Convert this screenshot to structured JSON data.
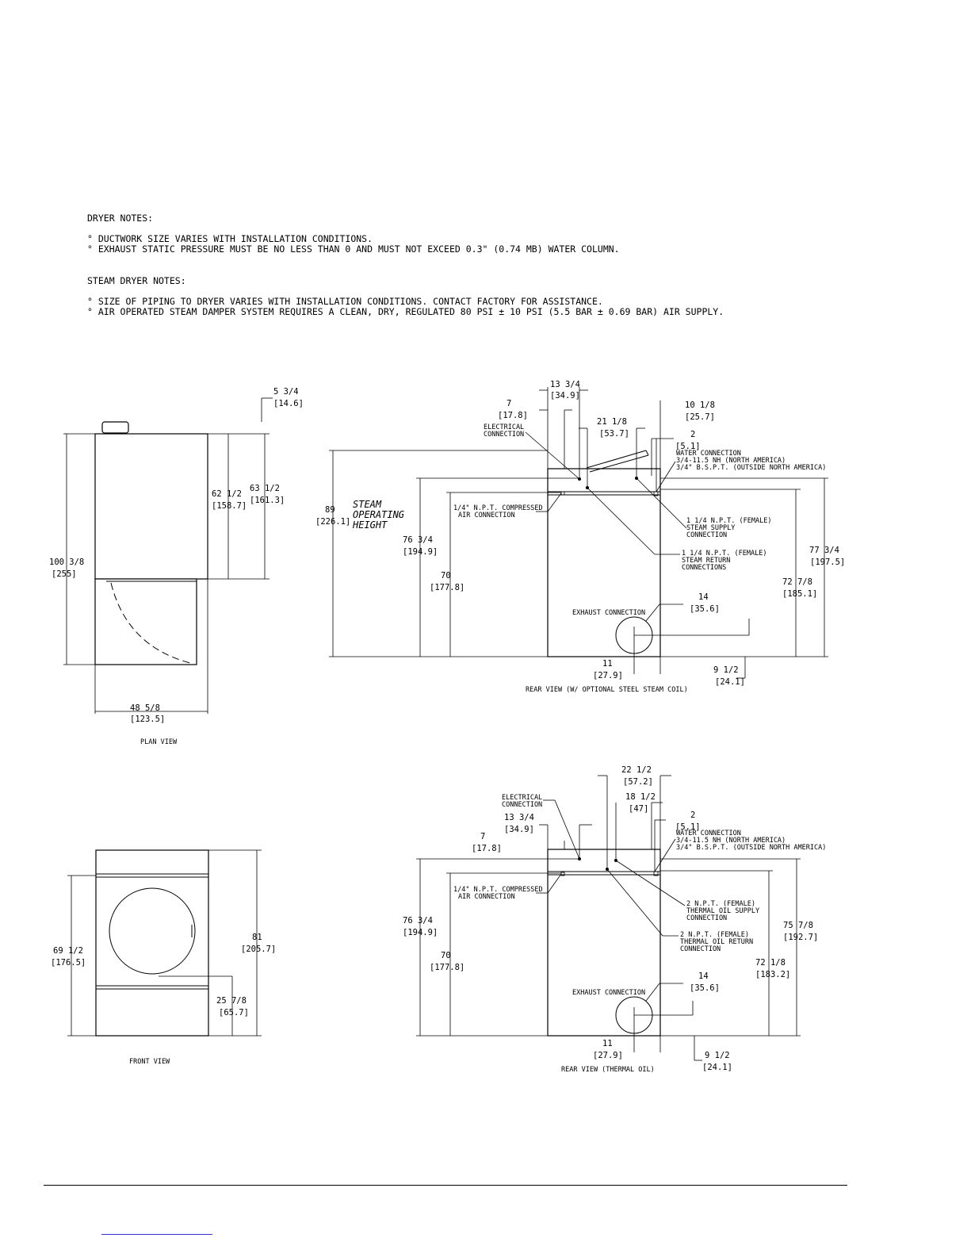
{
  "notes": {
    "dryer": {
      "heading": "DRYER NOTES:",
      "items": [
        "° DUCTWORK SIZE VARIES WITH INSTALLATION CONDITIONS.",
        "° EXHAUST STATIC PRESSURE MUST BE NO LESS THAN 0 AND MUST NOT EXCEED 0.3\" (0.74 MB) WATER COLUMN."
      ]
    },
    "steam": {
      "heading": "STEAM DRYER NOTES:",
      "items": [
        "° SIZE OF PIPING TO DRYER VARIES WITH INSTALLATION CONDITIONS.  CONTACT FACTORY FOR ASSISTANCE.",
        "° AIR OPERATED STEAM DAMPER SYSTEM REQUIRES A CLEAN, DRY, REGULATED 80 PSI ± 10 PSI (5.5 BAR ± 0.69 BAR) AIR SUPPLY."
      ]
    }
  },
  "plan_view": {
    "title": "PLAN VIEW",
    "dims": {
      "d1": [
        "5 3/4",
        "[14.6]"
      ],
      "d2": [
        "62 1/2",
        "[158.7]"
      ],
      "d3": [
        "63 1/2",
        "[161.3]"
      ],
      "d4": [
        "100 3/8",
        "[255]"
      ],
      "d5": [
        "48 5/8",
        "[123.5]"
      ]
    }
  },
  "front_view": {
    "title": "FRONT VIEW",
    "dims": {
      "d1": [
        "69 1/2",
        "[176.5]"
      ],
      "d2": [
        "81",
        "[205.7]"
      ],
      "d3": [
        "25 7/8",
        "[65.7]"
      ]
    }
  },
  "rear_steam": {
    "title": "REAR VIEW (W/ OPTIONAL STEEL STEAM COIL)",
    "steam_height": [
      "STEAM",
      "OPERATING",
      "HEIGHT"
    ],
    "dims": {
      "d1": [
        "13 3/4",
        "[34.9]"
      ],
      "d2": [
        "7",
        "[17.8]"
      ],
      "d3": [
        "21 1/8",
        "[53.7]"
      ],
      "d4": [
        "10 1/8",
        "[25.7]"
      ],
      "d5": [
        "2",
        "[5.1]"
      ],
      "d6": [
        "89",
        "[226.1]"
      ],
      "d7": [
        "76 3/4",
        "[194.9]"
      ],
      "d8": [
        "70",
        "[177.8]"
      ],
      "d9": [
        "77 3/4",
        "[197.5]"
      ],
      "d10": [
        "72 7/8",
        "[185.1]"
      ],
      "d11": [
        "14",
        "[35.6]"
      ],
      "d12": [
        "11",
        "[27.9]"
      ],
      "d13": [
        "9 1/2",
        "[24.1]"
      ]
    },
    "labels": {
      "electrical": [
        "ELECTRICAL",
        "CONNECTION"
      ],
      "water": [
        "WATER CONNECTION",
        "3/4-11.5 NH (NORTH AMERICA)",
        "3/4\" B.S.P.T. (OUTSIDE NORTH AMERICA)"
      ],
      "air": [
        "1/4\" N.P.T. COMPRESSED",
        "AIR CONNECTION"
      ],
      "supply": [
        "1 1/4 N.P.T. (FEMALE)",
        "STEAM SUPPLY",
        "CONNECTION"
      ],
      "return": [
        "1 1/4 N.P.T. (FEMALE)",
        "STEAM RETURN",
        "CONNECTIONS"
      ],
      "exhaust": "EXHAUST CONNECTION"
    }
  },
  "rear_thermal": {
    "title": "REAR VIEW (THERMAL OIL)",
    "dims": {
      "d1": [
        "22 1/2",
        "[57.2]"
      ],
      "d2": [
        "18 1/2",
        "[47]"
      ],
      "d3": [
        "2",
        "[5.1]"
      ],
      "d4": [
        "13 3/4",
        "[34.9]"
      ],
      "d5": [
        "7",
        "[17.8]"
      ],
      "d6": [
        "76 3/4",
        "[194.9]"
      ],
      "d7": [
        "70",
        "[177.8]"
      ],
      "d8": [
        "75 7/8",
        "[192.7]"
      ],
      "d9": [
        "72 1/8",
        "[183.2]"
      ],
      "d10": [
        "14",
        "[35.6]"
      ],
      "d11": [
        "11",
        "[27.9]"
      ],
      "d12": [
        "9 1/2",
        "[24.1]"
      ]
    },
    "labels": {
      "electrical": [
        "ELECTRICAL",
        "CONNECTION"
      ],
      "water": [
        "WATER CONNECTION",
        "3/4-11.5 NH (NORTH AMERICA)",
        "3/4\" B.S.P.T. (OUTSIDE NORTH AMERICA)"
      ],
      "air": [
        "1/4\" N.P.T. COMPRESSED",
        "AIR CONNECTION"
      ],
      "supply": [
        "2 N.P.T. (FEMALE)",
        "THERMAL OIL SUPPLY",
        "CONNECTION"
      ],
      "return": [
        "2 N.P.T. (FEMALE)",
        "THERMAL OIL RETURN",
        "CONNECTION"
      ],
      "exhaust": "EXHAUST CONNECTION"
    }
  }
}
